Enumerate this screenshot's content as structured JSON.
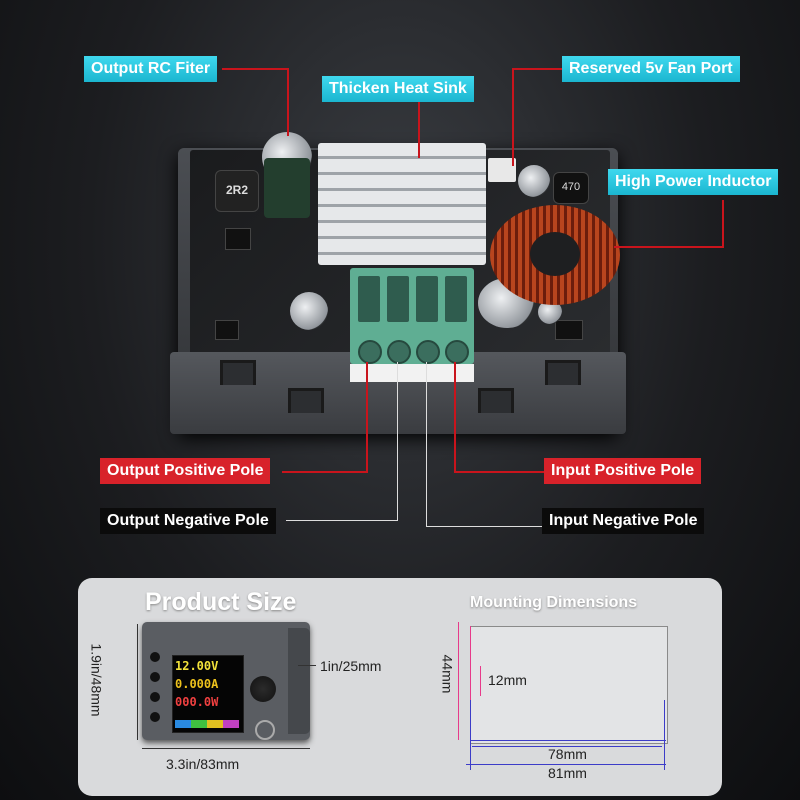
{
  "callouts": {
    "output_rc_filter": "Output RC Fiter",
    "thicken_heat_sink": "Thicken Heat Sink",
    "reserved_fan_port": "Reserved 5v Fan Port",
    "high_power_inductor": "High Power Inductor",
    "output_positive_pole": "Output Positive Pole",
    "output_negative_pole": "Output Negative Pole",
    "input_positive_pole": "Input Positive Pole",
    "input_negative_pole": "Input Negative Pole"
  },
  "board": {
    "inductor_marking": "2R2",
    "cap_marking": "470"
  },
  "product_size": {
    "title": "Product Size",
    "height": "1.9in/48mm",
    "depth": "1in/25mm",
    "width": "3.3in/83mm",
    "screen": {
      "voltage": "12.00V",
      "current": "0.000A",
      "power": "000.0W"
    }
  },
  "mounting": {
    "title": "Mounting Dimensions",
    "height": "44mm",
    "small": "12mm",
    "inner_width": "78mm",
    "outer_width": "81mm"
  },
  "colors": {
    "cyan_label": "#1bb6d0",
    "red_label": "#d8222a",
    "black_label": "#0b0b0b",
    "terminal_green": "#5fae93"
  }
}
